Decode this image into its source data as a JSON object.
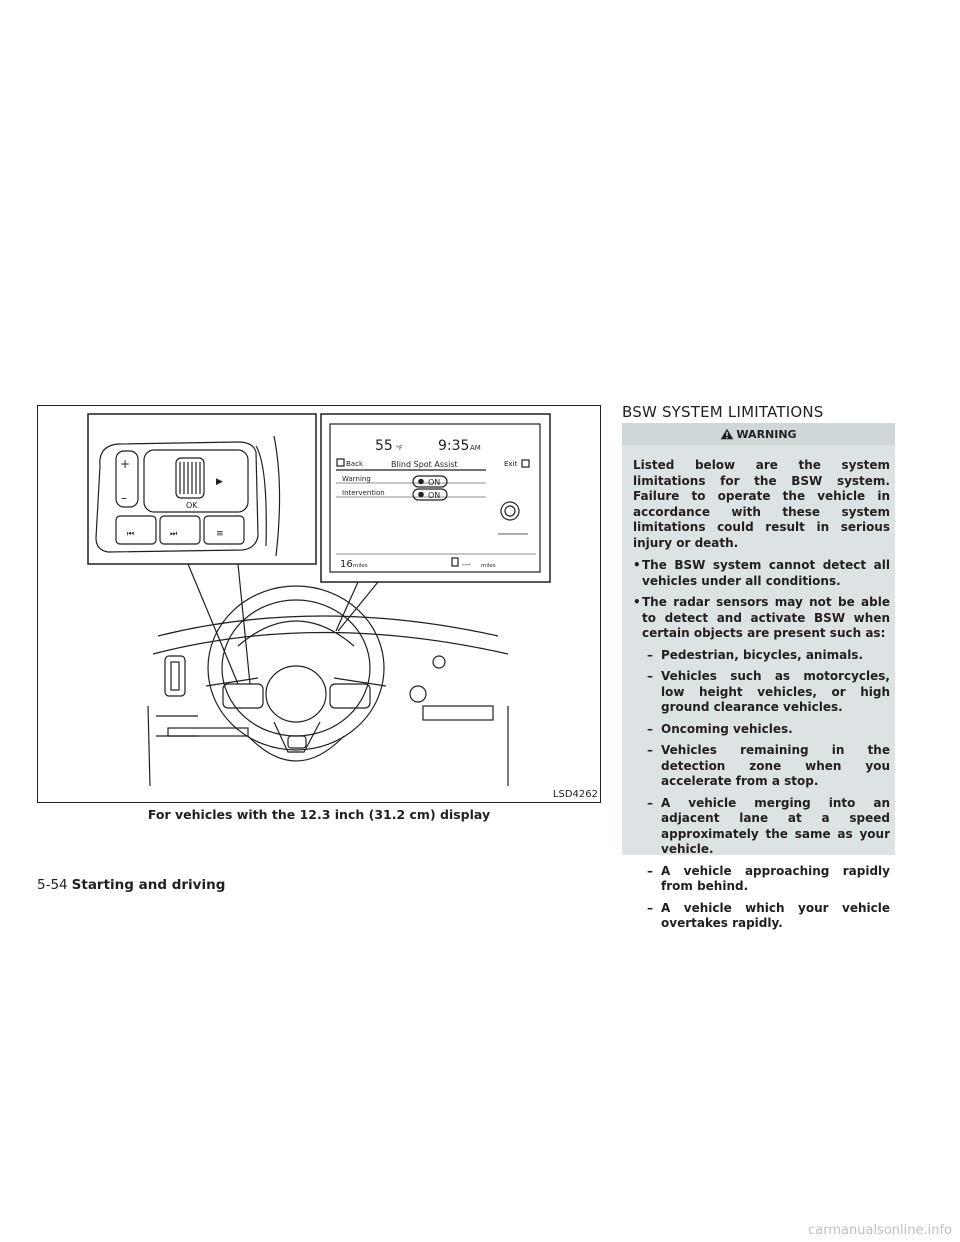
{
  "figure": {
    "id": "LSD4262",
    "caption": "For vehicles with the 12.3 inch (31.2 cm) display",
    "display": {
      "temp": "55",
      "temp_unit": "°F",
      "time": "9:35",
      "ampm": "AM",
      "back": "Back",
      "title": "Blind Spot Assist",
      "exit": "Exit",
      "row1_label": "Warning",
      "row1_value": "ON",
      "row2_label": "Intervention",
      "row2_value": "ON",
      "range_left": "16",
      "range_left_unit": "miles",
      "range_right": "---",
      "range_right_unit": "miles"
    },
    "switch": {
      "ok": "OK"
    }
  },
  "section_title": "BSW SYSTEM LIMITATIONS",
  "warning": {
    "label": "WARNING",
    "intro": "Listed below are the system limitations for the BSW system. Failure to operate the vehicle in accordance with these system limitations could result in serious injury or death.",
    "bullets": [
      "The BSW system cannot detect all vehicles under all conditions.",
      "The radar sensors may not be able to detect and activate BSW when certain objects are present such as:"
    ],
    "sub_items": [
      "Pedestrian, bicycles, animals.",
      "Vehicles such as motorcycles, low height vehicles, or high ground clearance vehicles.",
      "Oncoming vehicles.",
      "Vehicles remaining in the detection zone when you accelerate from a stop.",
      "A vehicle merging into an adjacent lane at a speed approximately the same as your vehicle.",
      "A vehicle approaching rapidly from behind.",
      "A vehicle which your vehicle overtakes rapidly."
    ]
  },
  "footer": {
    "page": "5-54",
    "section": "Starting and driving"
  },
  "watermark": "carmanualsonline.info"
}
